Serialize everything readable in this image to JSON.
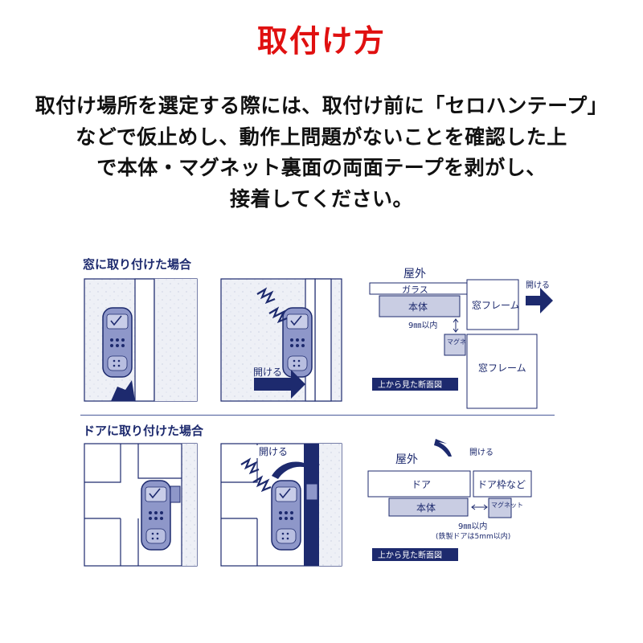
{
  "title": "取付け方",
  "instructions": {
    "line1": "取付け場所を選定する際には、取付け前に「セロハンテープ」",
    "line2": "などで仮止めし、動作上問題がないことを確認した上",
    "line3": "で本体・マグネット裏面の両面テープを剥がし、",
    "line4": "接着してください。"
  },
  "window_section": {
    "heading": "窓に取り付けた場合",
    "open_label": "開ける",
    "diagram": {
      "outside": "屋外",
      "glass": "ガラス",
      "body": "本体",
      "frame1": "窓フレーム",
      "open": "開ける",
      "distance": "9㎜以内",
      "magnet": "マグネット",
      "frame2": "窓フレーム",
      "caption": "上から見た断面図"
    }
  },
  "door_section": {
    "heading": "ドアに取り付けた場合",
    "open_label": "開ける",
    "diagram": {
      "outside": "屋外",
      "open": "開ける",
      "door": "ドア",
      "door_frame": "ドア枠など",
      "body": "本体",
      "magnet": "マグネット",
      "distance": "9㎜以内",
      "note": "(鉄製ドアは5mm以内)",
      "caption": "上から見た断面図"
    }
  },
  "colors": {
    "title": "#e01010",
    "navy": "#1d2a6e",
    "device": "#8e97c9",
    "tint": "#eef0f6"
  }
}
